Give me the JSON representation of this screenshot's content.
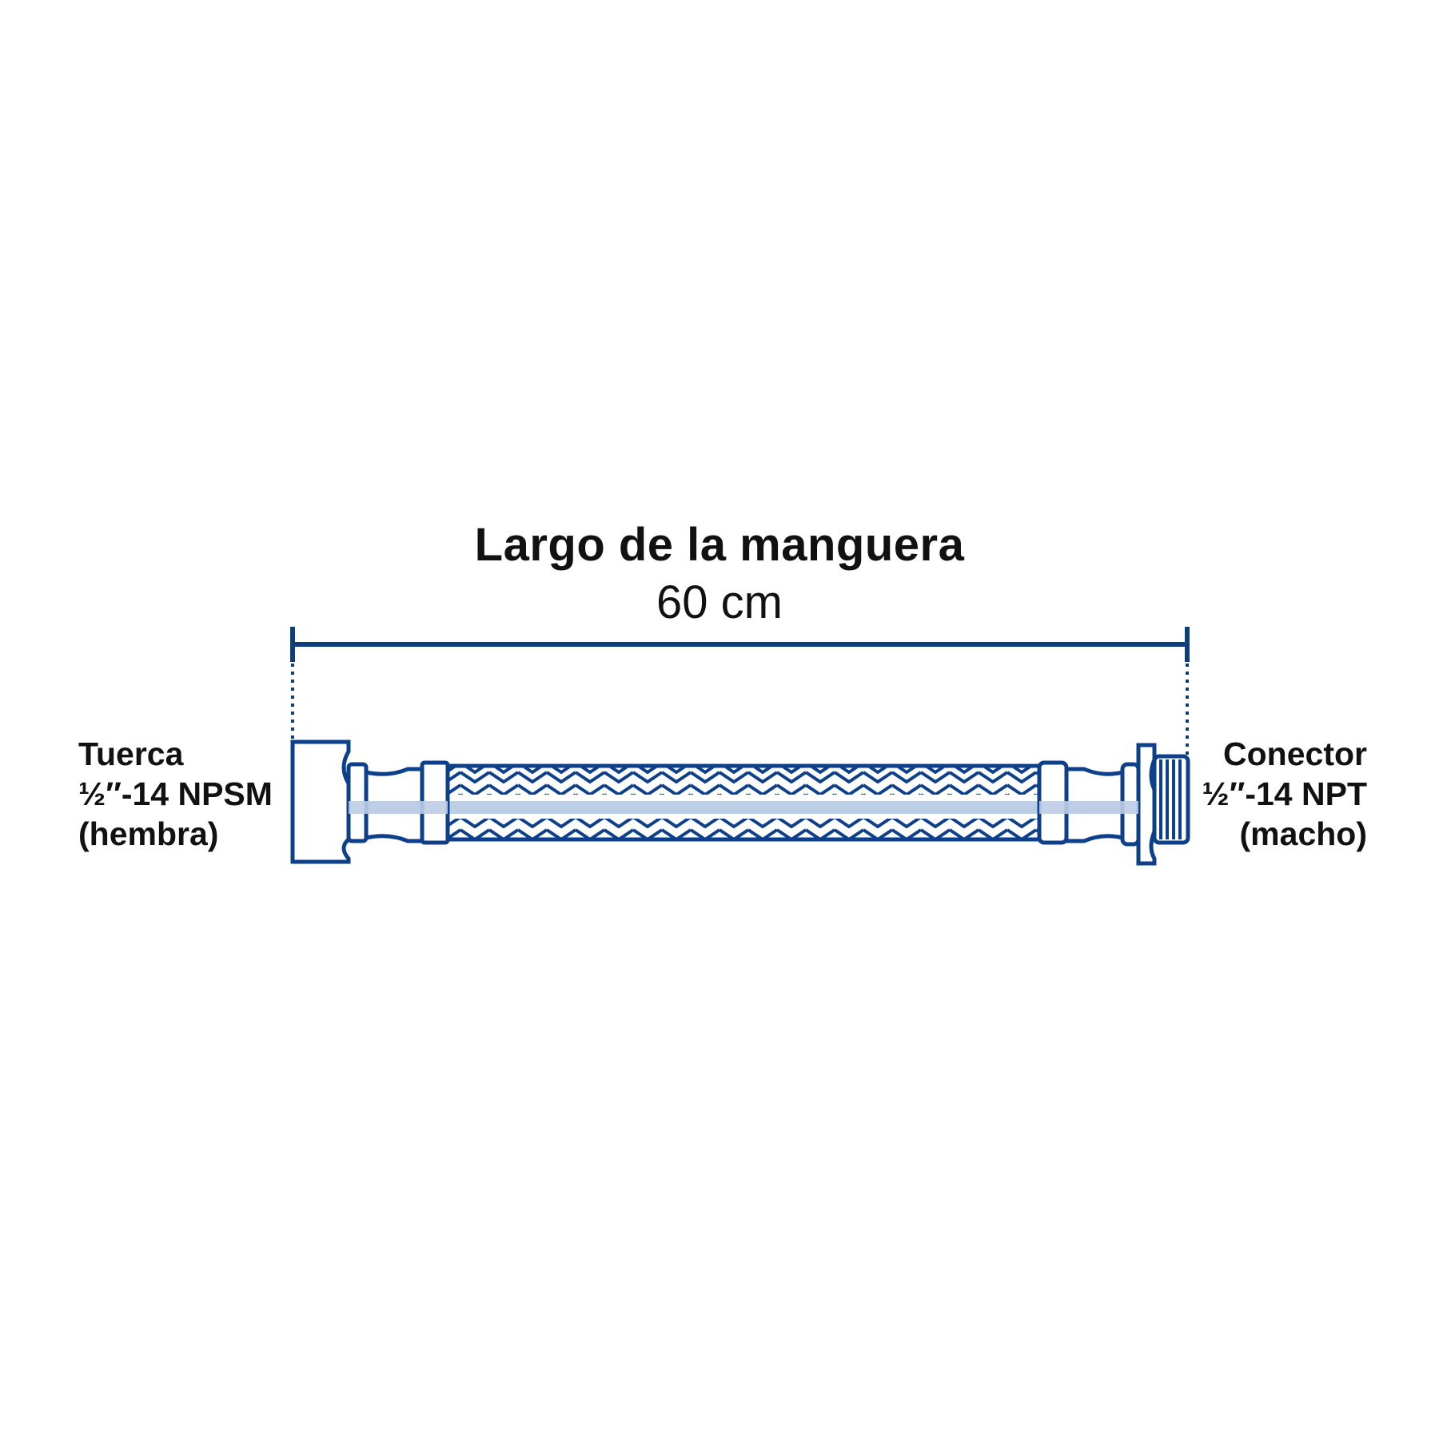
{
  "dimension": {
    "title": "Largo de la manguera",
    "value": "60 cm"
  },
  "left_label": {
    "line1": "Tuerca",
    "line2": "½″-14 NPSM",
    "line3": "(hembra)"
  },
  "right_label": {
    "line1": "Conector",
    "line2": "½″-14 NPT",
    "line3": "(macho)"
  },
  "colors": {
    "stroke": "#0d3f8a",
    "dimension_line": "#0c3f7a",
    "core_highlight": "#bccde6",
    "text": "#111111",
    "background": "#ffffff"
  }
}
